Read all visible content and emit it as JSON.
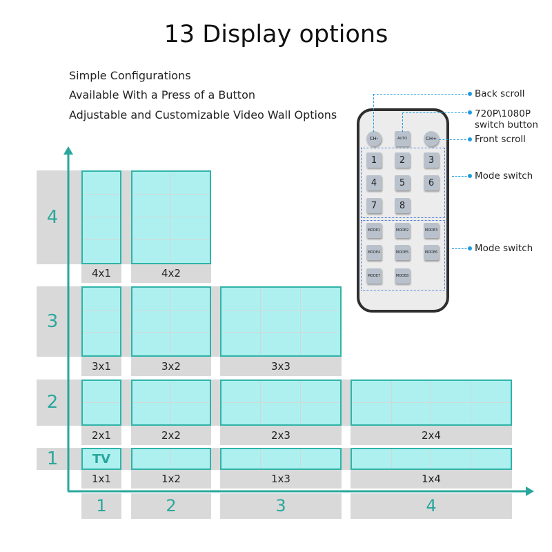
{
  "title": "13 Display options",
  "features": [
    "Simple Configurations",
    "Available With a Press of a Button",
    "Adjustable and Customizable Video Wall Options"
  ],
  "colors": {
    "accent": "#2aa79c",
    "tile_fill": "#aef0ef",
    "band": "#d9d9d9"
  },
  "row_numbers": [
    "1",
    "2",
    "3",
    "4"
  ],
  "col_numbers": [
    "1",
    "2",
    "3",
    "4"
  ],
  "layouts": [
    {
      "rows": 4,
      "cols": 1,
      "label": "4x1"
    },
    {
      "rows": 4,
      "cols": 2,
      "label": "4x2"
    },
    {
      "rows": 3,
      "cols": 1,
      "label": "3x1"
    },
    {
      "rows": 3,
      "cols": 2,
      "label": "3x2"
    },
    {
      "rows": 3,
      "cols": 3,
      "label": "3x3"
    },
    {
      "rows": 2,
      "cols": 1,
      "label": "2x1"
    },
    {
      "rows": 2,
      "cols": 2,
      "label": "2x2"
    },
    {
      "rows": 2,
      "cols": 3,
      "label": "2x3"
    },
    {
      "rows": 2,
      "cols": 4,
      "label": "2x4"
    },
    {
      "rows": 1,
      "cols": 1,
      "label": "1x1",
      "text": "TV"
    },
    {
      "rows": 1,
      "cols": 2,
      "label": "1x2"
    },
    {
      "rows": 1,
      "cols": 3,
      "label": "1x3"
    },
    {
      "rows": 1,
      "cols": 4,
      "label": "1x4"
    }
  ],
  "remote": {
    "top_buttons": [
      "CH-",
      "AUTO",
      "CH+"
    ],
    "number_buttons": [
      "1",
      "2",
      "3",
      "4",
      "5",
      "6",
      "7",
      "8"
    ],
    "mode_buttons": [
      "MODE1",
      "MODE2",
      "MODE3",
      "MODE4",
      "MODE5",
      "MODE6",
      "MODE7",
      "MODE8"
    ],
    "callouts": {
      "back": "Back scroll",
      "res_1": "720P\\1080P",
      "res_2": "switch button",
      "front": "Front scroll",
      "mode_a": "Mode switch",
      "mode_b": "Mode switch"
    }
  }
}
